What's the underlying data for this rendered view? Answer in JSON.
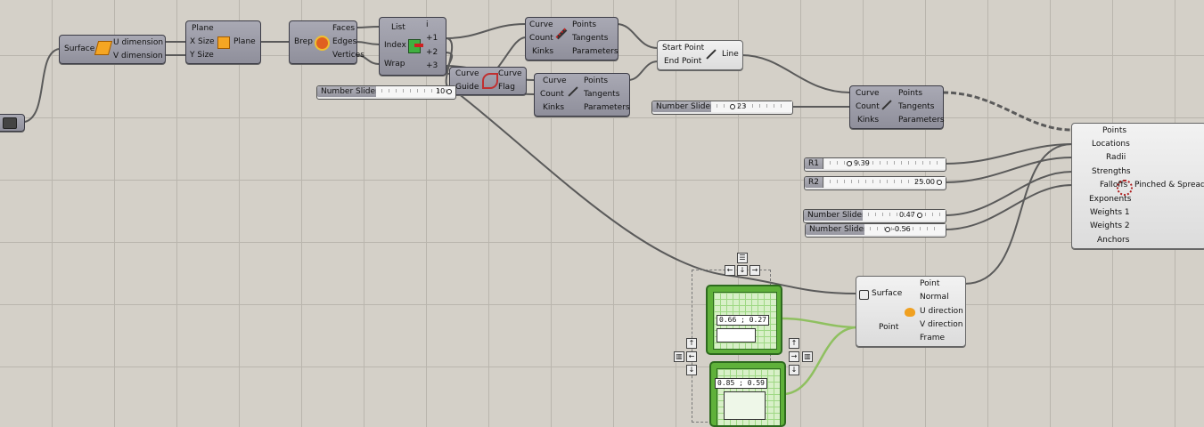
{
  "surface_comp": {
    "input": "Surface",
    "outputs": [
      "U dimension",
      "V dimension"
    ]
  },
  "plane_comp": {
    "inputs": [
      "Plane",
      "X Size",
      "Y Size"
    ],
    "output": "Plane"
  },
  "brep_comp": {
    "input": "Brep",
    "outputs": [
      "Faces",
      "Edges",
      "Vertices"
    ]
  },
  "list_comp": {
    "inputs": [
      "List",
      "Index",
      "Wrap"
    ],
    "outputs": [
      "i",
      "+1",
      "+2",
      "+3"
    ]
  },
  "flip_comp": {
    "inputs": [
      "Curve",
      "Guide"
    ],
    "outputs": [
      "Curve",
      "Flag"
    ]
  },
  "divide_top": {
    "inputs": [
      "Curve",
      "Count",
      "Kinks"
    ],
    "outputs": [
      "Points",
      "Tangents",
      "Parameters"
    ]
  },
  "divide_mid": {
    "inputs": [
      "Curve",
      "Count",
      "Kinks"
    ],
    "outputs": [
      "Points",
      "Tangents",
      "Parameters"
    ]
  },
  "divide_right": {
    "inputs": [
      "Curve",
      "Count",
      "Kinks"
    ],
    "outputs": [
      "Points",
      "Tangents",
      "Parameters"
    ]
  },
  "line_comp": {
    "inputs": [
      "Start Point",
      "End Point"
    ],
    "output": "Line"
  },
  "pinch_comp": {
    "inputs": [
      "Points",
      "Locations",
      "Radii",
      "Strengths",
      "Falloffs",
      "Exponents",
      "Weights 1",
      "Weights 2",
      "Anchors"
    ],
    "title": "Pinched & Spread"
  },
  "eval_comp": {
    "inputs": [
      "Surface",
      "Point"
    ],
    "outputs": [
      "Point",
      "Normal",
      "U direction",
      "V direction",
      "Frame"
    ]
  },
  "sliders": [
    {
      "name": "Number Slider",
      "value": "10"
    },
    {
      "name": "Number Slider",
      "value": "23"
    },
    {
      "name": "R1",
      "value": "9.39"
    },
    {
      "name": "R2",
      "value": "25.00"
    },
    {
      "name": "Number Slider",
      "value": "0.47"
    },
    {
      "name": "Number Slider",
      "value": "-0.56"
    }
  ],
  "md_sliders": [
    {
      "value": "0.66 ; 0.27"
    },
    {
      "value": "0.85 ; 0.59"
    }
  ],
  "colors": {
    "canvas": "#d4d0c8",
    "component": "#9a9aa5",
    "wire": "#555555",
    "md_green": "#5fb13a",
    "md_wire": "#8fc060"
  }
}
